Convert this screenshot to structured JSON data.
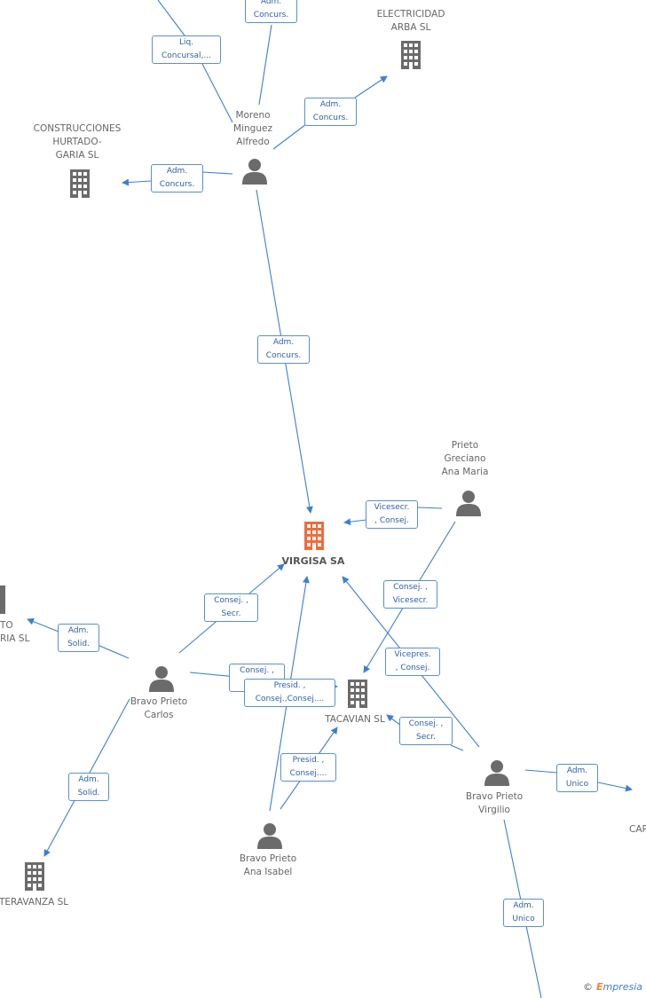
{
  "colors": {
    "edge": "#3b7fd9",
    "icon": "#6b6b6b",
    "main_icon": "#f26b3a"
  },
  "nodes": {
    "electricidad": {
      "line1": "ELECTRICIDAD",
      "line2": "ARBA SL"
    },
    "construcciones": {
      "line1": "CONSTRUCCIONES",
      "line2": "HURTADO-",
      "line3": "GARIA SL"
    },
    "moreno": {
      "line1": "Moreno",
      "line2": "Minguez",
      "line3": "Alfredo"
    },
    "virgisa": {
      "line1": "VIRGISA SA"
    },
    "prieto_greciano": {
      "line1": "Prieto",
      "line2": "Greciano",
      "line3": "Ana Maria"
    },
    "left_company": {
      "line1": "TO",
      "line2": "RIA SL"
    },
    "carlos": {
      "line1": "Bravo Prieto",
      "line2": "Carlos"
    },
    "tacavian": {
      "line1": "TACAVIAN SL"
    },
    "interavanza": {
      "line1": "INTERAVANZA SL"
    },
    "virgilio": {
      "line1": "Bravo Prieto",
      "line2": "Virgilio"
    },
    "isabel": {
      "line1": "Bravo Prieto",
      "line2": "Ana Isabel"
    },
    "right_company": {
      "line1": "CAP"
    }
  },
  "edges": {
    "top_adm": {
      "l1": "Adm.",
      "l2": "Concurs."
    },
    "liq": {
      "l1": "Liq.",
      "l2": "Concursal,..."
    },
    "moreno_electricidad": {
      "l1": "Adm.",
      "l2": "Concurs."
    },
    "moreno_construcciones": {
      "l1": "Adm.",
      "l2": "Concurs."
    },
    "moreno_virgisa": {
      "l1": "Adm.",
      "l2": "Concurs."
    },
    "greciano_virgisa": {
      "l1": "Vicesecr.",
      "l2": ", Consej."
    },
    "greciano_tacavian": {
      "l1": "Consej. ,",
      "l2": "Vicesecr."
    },
    "carlos_virgisa": {
      "l1": "Consej. ,",
      "l2": "Secr."
    },
    "carlos_left": {
      "l1": "Adm.",
      "l2": "Solid."
    },
    "carlos_tacavian": {
      "l1": "Consej. ,",
      "l2": "Vi..."
    },
    "presid_consej": {
      "l1": "Presid. ,",
      "l2": "Consej.,Consej...."
    },
    "virgilio_virgisa": {
      "l1": "Vicepres.",
      "l2": ", Consej."
    },
    "virgilio_tacavian": {
      "l1": "Consej. ,",
      "l2": "Secr."
    },
    "carlos_interavanza": {
      "l1": "Adm.",
      "l2": "Solid."
    },
    "isabel_tacavian": {
      "l1": "Presid. ,",
      "l2": "Consej...."
    },
    "virgilio_right": {
      "l1": "Adm.",
      "l2": "Unico"
    },
    "virgilio_bottom": {
      "l1": "Adm.",
      "l2": "Unico"
    }
  },
  "brand": {
    "copyright": "©",
    "name_e": "E",
    "name_rest": "mpresia"
  }
}
